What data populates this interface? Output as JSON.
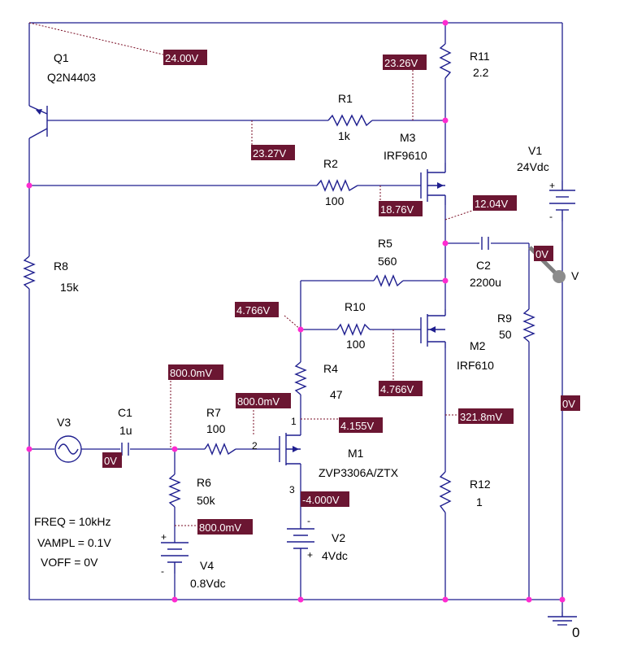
{
  "diagram": {
    "components": {
      "q1": {
        "ref": "Q1",
        "model": "Q2N4403"
      },
      "r1": {
        "ref": "R1",
        "value": "1k"
      },
      "r2": {
        "ref": "R2",
        "value": "100"
      },
      "r4": {
        "ref": "R4",
        "value": "47"
      },
      "r5": {
        "ref": "R5",
        "value": "560"
      },
      "r6": {
        "ref": "R6",
        "value": "50k"
      },
      "r7": {
        "ref": "R7",
        "value": "100"
      },
      "r8": {
        "ref": "R8",
        "value": "15k"
      },
      "r9": {
        "ref": "R9",
        "value": "50"
      },
      "r10": {
        "ref": "R10",
        "value": "100"
      },
      "r11": {
        "ref": "R11",
        "value": "2.2"
      },
      "r12": {
        "ref": "R12",
        "value": "1"
      },
      "c1": {
        "ref": "C1",
        "value": "1u"
      },
      "c2": {
        "ref": "C2",
        "value": "2200u"
      },
      "m1": {
        "ref": "M1",
        "model": "ZVP3306A/ZTX"
      },
      "m2": {
        "ref": "M2",
        "model": "IRF610"
      },
      "m3": {
        "ref": "M3",
        "model": "IRF9610"
      },
      "v1": {
        "ref": "V1",
        "value": "24Vdc"
      },
      "v2": {
        "ref": "V2",
        "value": "4Vdc"
      },
      "v3": {
        "ref": "V3",
        "freq": "FREQ = 10kHz",
        "vampl": "VAMPL = 0.1V",
        "voff": "VOFF = 0V"
      },
      "v4": {
        "ref": "V4",
        "value": "0.8Vdc"
      }
    },
    "pins": {
      "m1_gate": "2",
      "m1_drain": "1",
      "m1_source": "3"
    },
    "ground_label": "0",
    "probe_marker": "V",
    "voltages": [
      "24.00V",
      "23.26V",
      "23.27V",
      "18.76V",
      "12.04V",
      "0V",
      "4.766V",
      "4.766V",
      "800.0mV",
      "800.0mV",
      "4.155V",
      "321.8mV",
      "0V",
      "0V",
      "-4.000V",
      "800.0mV"
    ]
  }
}
